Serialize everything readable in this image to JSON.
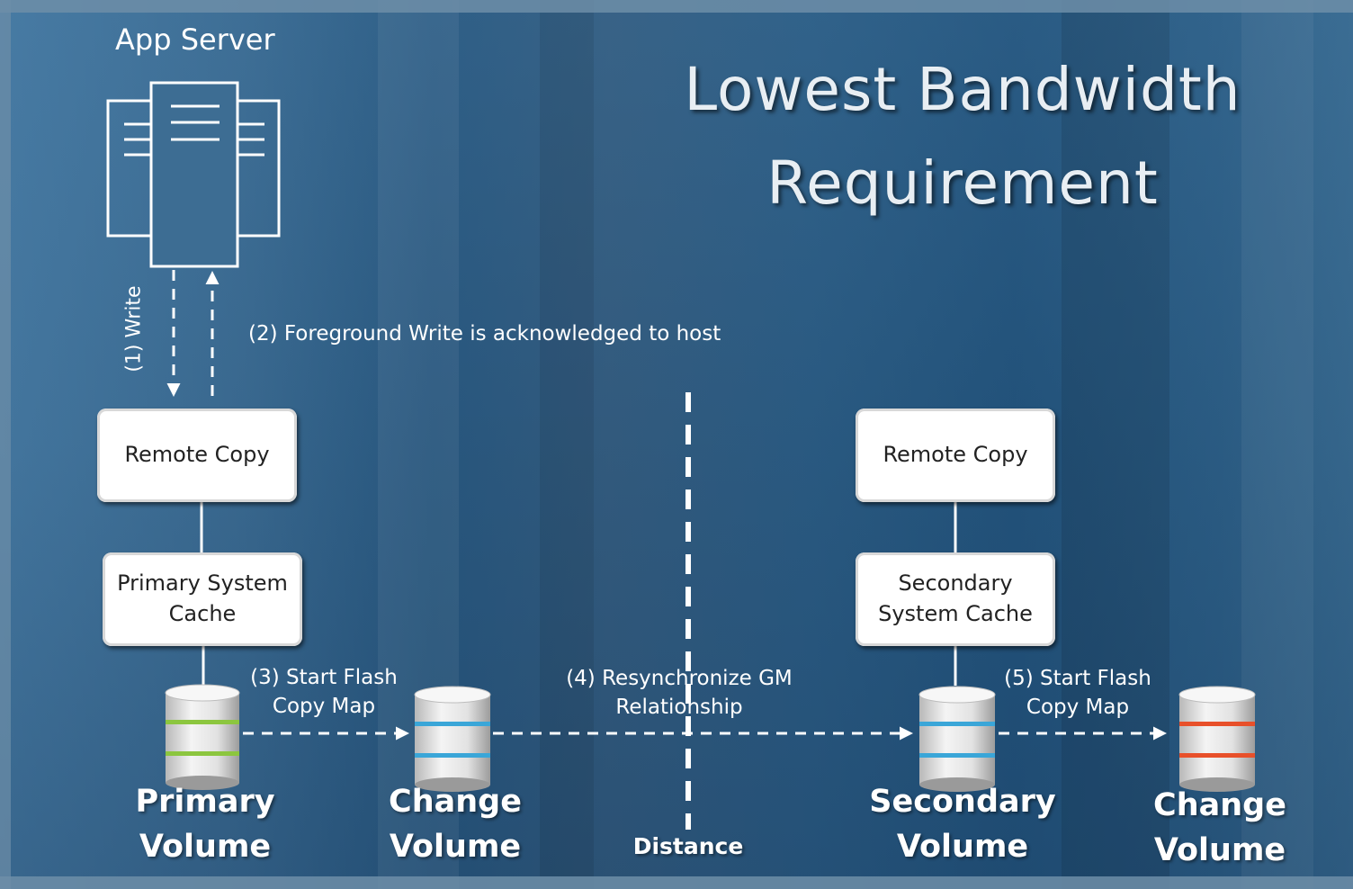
{
  "title": {
    "line1": "Lowest Bandwidth",
    "line2": "Requirement"
  },
  "app_server": {
    "label": "App Server"
  },
  "steps": {
    "write": "(1) Write",
    "ack": "(2) Foreground Write is acknowledged to host",
    "flash1_line1": "(3) Start Flash",
    "flash1_line2": "Copy Map",
    "resync_line1": "(4) Resynchronize GM",
    "resync_line2": "Relationship",
    "flash2_line1": "(5) Start Flash",
    "flash2_line2": "Copy Map"
  },
  "left_site": {
    "remote_copy": "Remote Copy",
    "cache_line1": "Primary System",
    "cache_line2": "Cache"
  },
  "right_site": {
    "remote_copy": "Remote Copy",
    "cache_line1": "Secondary",
    "cache_line2": "System Cache"
  },
  "volumes": {
    "primary_line1": "Primary",
    "primary_line2": "Volume",
    "change1_line1": "Change",
    "change1_line2": "Volume",
    "secondary_line1": "Secondary",
    "secondary_line2": "Volume",
    "change2_line1": "Change",
    "change2_line2": "Volume"
  },
  "distance_label": "Distance",
  "colors": {
    "primary_band": "#8cc63f",
    "change_band": "#3aa6d8",
    "secondary_band": "#3aa6d8",
    "change2_band": "#e8502a"
  }
}
